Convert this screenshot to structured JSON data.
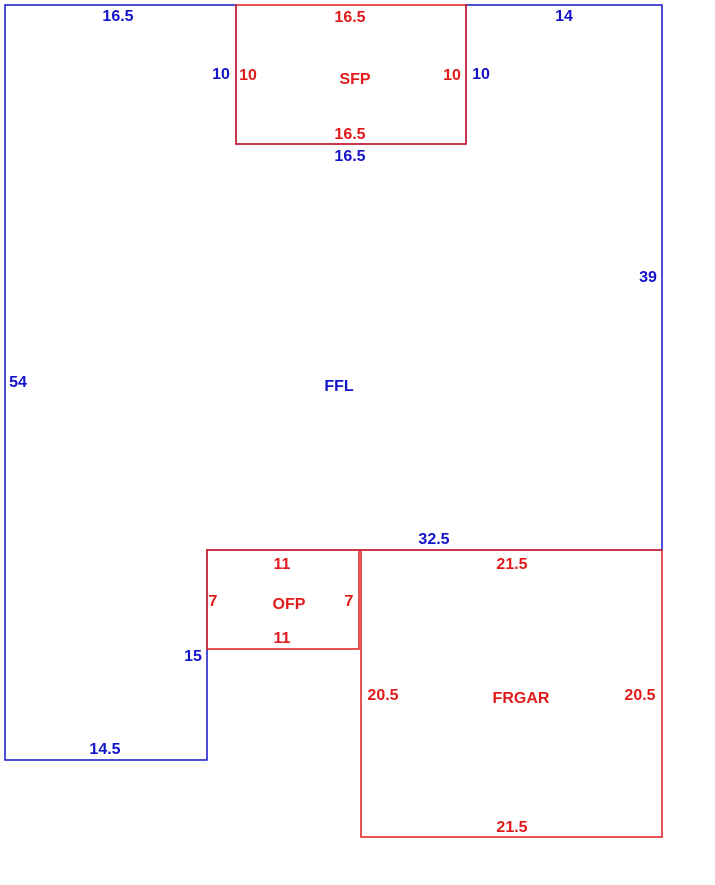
{
  "colors": {
    "ffl": "#1414c8",
    "sub": "#e01b1b"
  },
  "areas": {
    "ffl": {
      "label": "FFL"
    },
    "sfp": {
      "label": "SFP"
    },
    "ofp": {
      "label": "OFP"
    },
    "frgar": {
      "label": "FRGAR"
    }
  },
  "ffl_dims": {
    "top_left": "16.5",
    "top_right": "14",
    "notch_left": "10",
    "notch_right": "10",
    "notch_bottom": "16.5",
    "right": "39",
    "left": "54",
    "mid": "32.5",
    "step": "15",
    "bottom": "14.5"
  },
  "sfp_dims": {
    "top": "16.5",
    "left": "10",
    "right": "10",
    "bottom": "16.5"
  },
  "ofp_dims": {
    "top": "11",
    "left": "7",
    "right": "7",
    "bottom": "11"
  },
  "frgar_dims": {
    "top": "21.5",
    "left": "20.5",
    "right": "20.5",
    "bottom": "21.5"
  }
}
